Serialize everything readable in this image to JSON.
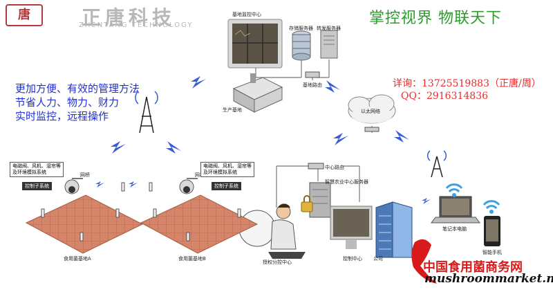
{
  "header": {
    "logo_mark": "唐",
    "logo_cn": "正唐科技",
    "logo_en": "ZHENTANG TECHNOLOGY",
    "slogan": "掌控视界   物联天下"
  },
  "benefits": [
    "更加方便、有效的管理方法",
    "节省人力、物力、财力",
    "实时监控，远程操作"
  ],
  "contact": {
    "phone": "详询：13725519883（正唐/周）",
    "qq": "QQ：2916314836"
  },
  "nodes": {
    "monitor_center": "基地监控中心",
    "storage_server": "存储服务器",
    "forward_server": "转发服务器",
    "base_router": "基地路由",
    "production_base": "生产基地",
    "ethernet": "以太网络",
    "center_router": "中心路由",
    "farm_server": "智慧农业中心服务器",
    "auth_center": "授权分控中心",
    "control_center": "控制中心",
    "company_label": "公司",
    "laptop": "笔记本电脑",
    "phone": "智能手机",
    "bridge_a": "网桥",
    "bridge_b": "网桥",
    "base_a": "食用菌基地A",
    "base_b": "食用菌基地B"
  },
  "base_box": {
    "line1": "电磁阀、风机、湿帘等",
    "line2": "及环境模拟系统",
    "sub": "控制子系统"
  },
  "watermark": {
    "cn": "中国食用菌商务网",
    "en": "mushroommarket.net"
  },
  "colors": {
    "slogan": "#2a9d2a",
    "benefits": "#1f2fd1",
    "contact": "#ee2a2a",
    "floor": "#d5866a",
    "link": "#3a5bd9"
  }
}
